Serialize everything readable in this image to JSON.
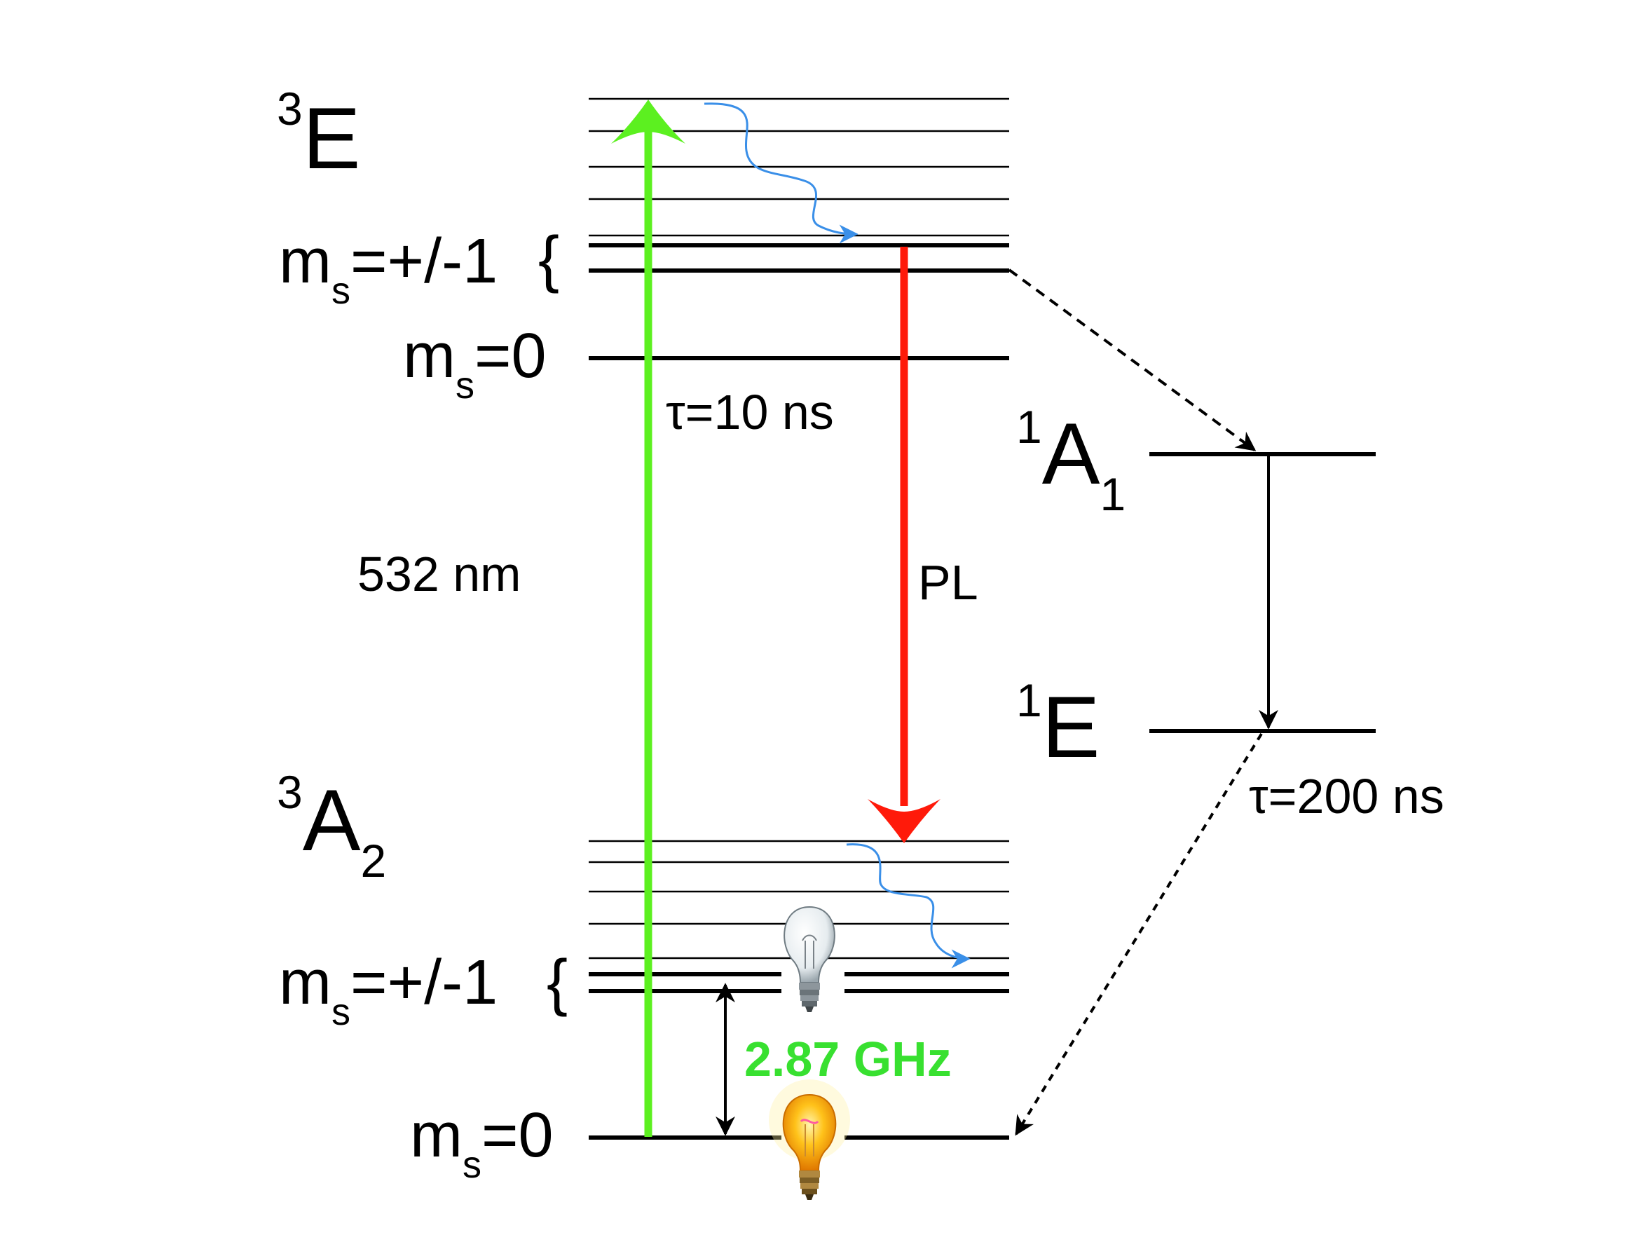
{
  "labels": {
    "e3": {
      "sup": "3",
      "main": "E"
    },
    "a2": {
      "sup": "3",
      "main": "A",
      "sub": "2"
    },
    "a1": {
      "sup": "1",
      "main": "A",
      "sub": "1"
    },
    "e1": {
      "sup": "1",
      "main": "E"
    },
    "ms_pm1_upper": {
      "main": "m",
      "sub": "s",
      "rest": "=+/-1",
      "brace": "{"
    },
    "ms0_upper": {
      "main": "m",
      "sub": "s",
      "rest": "=0"
    },
    "ms_pm1_lower": {
      "main": "m",
      "sub": "s",
      "rest": "=+/-1",
      "brace": "{"
    },
    "ms0_lower": {
      "main": "m",
      "sub": "s",
      "rest": "=0"
    },
    "tau_10": "τ=10 ns",
    "tau_200": "τ=200 ns",
    "wavelength": "532 nm",
    "pl": "PL",
    "frequency": "2.87 GHz"
  },
  "icons": {
    "bulb_off": "light-bulb-off-icon",
    "bulb_on": "light-bulb-on-icon"
  },
  "colors": {
    "excitation": "#5cf020",
    "emission": "#ff1a0a",
    "relaxation": "#3a8fe8",
    "frequency_text": "#38e030",
    "lines": "#000000"
  }
}
